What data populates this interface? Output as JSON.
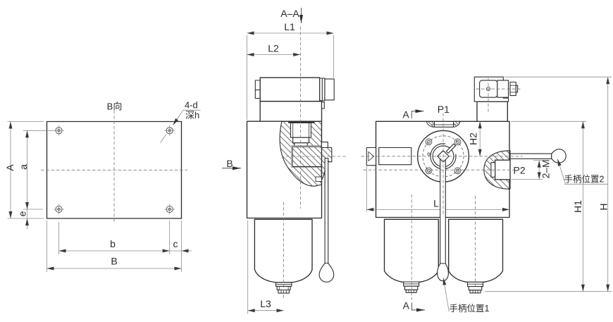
{
  "drawing": {
    "type": "engineering-cad-drawing",
    "subject": "duplex hydraulic filter with change-over valve, three orthographic views",
    "background_color": "#ffffff",
    "line_color": "#2e2e2e",
    "dim_line_color": "#8c8c8c",
    "views": {
      "plate_view": {
        "view_label": "B向",
        "hole_note_line1": "4-d",
        "hole_note_line2": "深h",
        "dim_overall_height": "A",
        "dim_hole_spacing_vertical": "a",
        "dim_hole_edge_bottom": "e",
        "dim_hole_spacing_horizontal": "b",
        "dim_hole_edge_right": "c",
        "dim_overall_width": "B"
      },
      "section_view": {
        "section_label": "A–A",
        "dim_overall_width": "L1",
        "dim_to_valve_axis": "L2",
        "dim_to_bowl_axis": "L3",
        "view_direction_label": "B"
      },
      "front_view": {
        "section_marker_top": "A",
        "section_marker_bottom": "A",
        "port_top_label": "P1",
        "port_side_label": "P2",
        "dim_port_axis_height": "H2",
        "dim_thread_note": "2–M",
        "dim_body_width": "L",
        "dim_body_height": "H1",
        "dim_overall_height": "H",
        "handle_position_1_label": "手柄位置1",
        "handle_position_2_label": "手柄位置2"
      }
    }
  }
}
